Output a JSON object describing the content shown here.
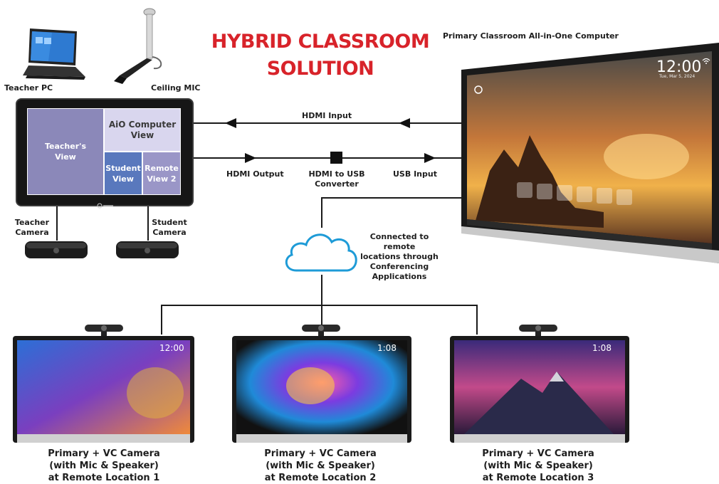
{
  "title": {
    "line1": "HYBRID CLASSROOM",
    "line2": "SOLUTION"
  },
  "primary_label": "Primary Classroom All-in-One Computer",
  "primary_screen": {
    "time": "12:00",
    "date": "Tue, Mar 5, 2024"
  },
  "devices": {
    "teacher_pc": "Teacher PC",
    "ceiling_mic": "Ceiling MIC",
    "teacher_camera": [
      "Teacher",
      "Camera"
    ],
    "student_camera": [
      "Student",
      "Camera"
    ]
  },
  "monitor_panels": {
    "teachers_view": [
      "Teacher's",
      "View"
    ],
    "aio_view": [
      "AiO Computer",
      "View"
    ],
    "student_view": [
      "Student",
      "View"
    ],
    "remote_view": [
      "Remote",
      "View 2"
    ]
  },
  "connections": {
    "hdmi_input": "HDMI Input",
    "hdmi_output": "HDMI Output",
    "converter": [
      "HDMI to USB",
      "Converter"
    ],
    "usb_input": "USB Input"
  },
  "cloud_text": [
    "Connected to remote",
    "locations through",
    "Conferencing",
    "Applications"
  ],
  "remotes": [
    {
      "lines": [
        "Primary + VC Camera",
        "(with Mic & Speaker)",
        "at Remote Location 1"
      ],
      "time": "12:00"
    },
    {
      "lines": [
        "Primary + VC Camera",
        "(with Mic & Speaker)",
        "at Remote Location 2"
      ],
      "time": "1:08"
    },
    {
      "lines": [
        "Primary + VC Camera",
        "(with Mic & Speaker)",
        "at Remote Location 3"
      ],
      "time": "1:08"
    }
  ],
  "colors": {
    "title": "#d8232a",
    "teachers_view": "#8b88b9",
    "aio_view": "#d9d6ee",
    "student_view": "#5978bd",
    "remote_view": "#9a96c7"
  }
}
